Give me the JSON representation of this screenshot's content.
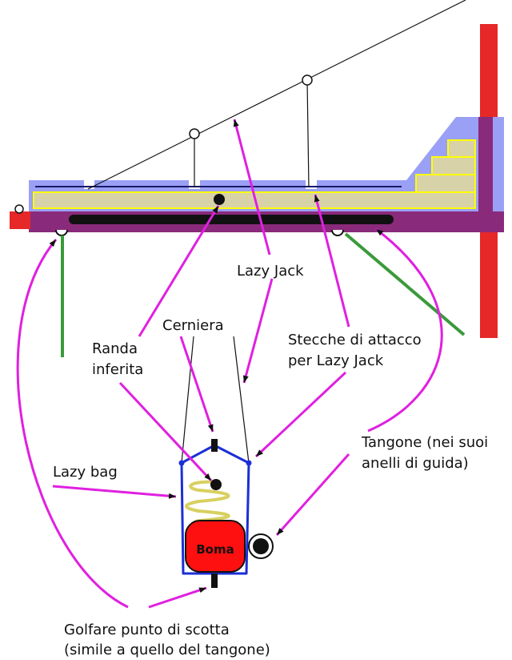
{
  "labels": {
    "lazy_jack": "Lazy Jack",
    "cerniera": "Cerniera",
    "stecche_line1": "Stecche di attacco",
    "stecche_line2": "per Lazy Jack",
    "randa_line1": "Randa",
    "randa_line2": "inferita",
    "lazy_bag": "Lazy bag",
    "tangone_line1": "Tangone (nei suoi",
    "tangone_line2": "anelli di guida)",
    "golfare_line1": "Golfare punto di scotta",
    "golfare_line2": "(simile a quello del tangone)",
    "boma": "Boma"
  },
  "colors": {
    "arrow": "#e020e0",
    "mast": "#e62828",
    "lazy_bag_band": "#9aa0f5",
    "boom_band": "#8a2a7a",
    "sail_fill": "#d8d2a8",
    "sail_outline": "#ffff00",
    "bag_outline": "#1b2fd6",
    "spring": "#d8d060",
    "green_line": "#3a9a3a",
    "boom_fill": "#ff1010"
  }
}
